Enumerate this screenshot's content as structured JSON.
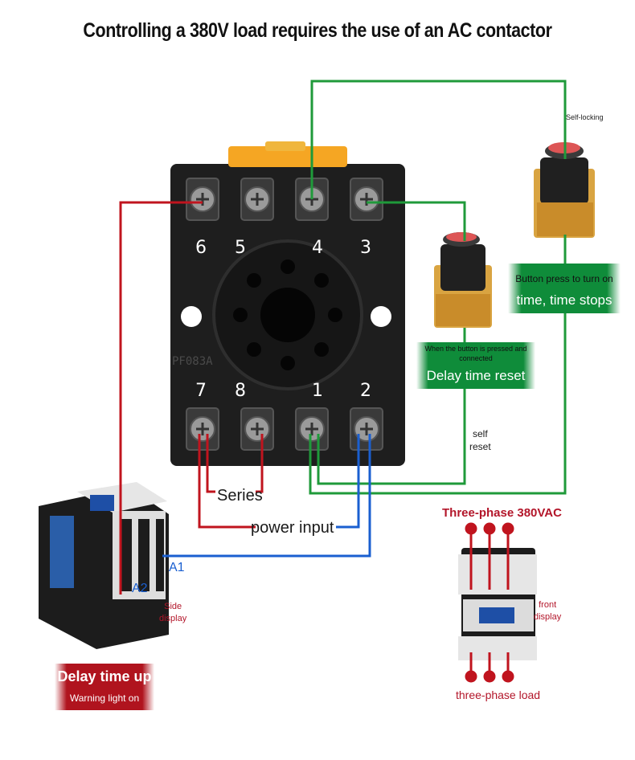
{
  "title": "Controlling a 380V load requires the use of an AC contactor",
  "relay": {
    "top_terminals": [
      "6",
      "5",
      "4",
      "3"
    ],
    "bottom_terminals": [
      "7",
      "8",
      "1",
      "2"
    ],
    "model_text": "PF083A"
  },
  "labels": {
    "series": "Series",
    "power_input": "power input",
    "self_reset": [
      "self",
      "reset"
    ],
    "self_locking": "Self-locking",
    "a1": "A1",
    "a2": "A2",
    "side_display": [
      "Side",
      "display"
    ],
    "front_display": [
      "front",
      "display"
    ],
    "three_phase_380": "Three-phase 380VAC",
    "three_phase_load": "three-phase load"
  },
  "banners": {
    "button_press": [
      "Button press to turn on",
      "time, time stops"
    ],
    "button_pressed_small": "When the button is pressed and connected",
    "delay_reset": "Delay time reset",
    "delay_up": "Delay time up",
    "warning": "Warning light on"
  },
  "colors": {
    "red_wire": "#c0141e",
    "green_wire": "#1f9a3a",
    "blue_wire": "#1a5fd0",
    "banner_green": "#0f8c3a",
    "banner_red": "#b0141e"
  }
}
